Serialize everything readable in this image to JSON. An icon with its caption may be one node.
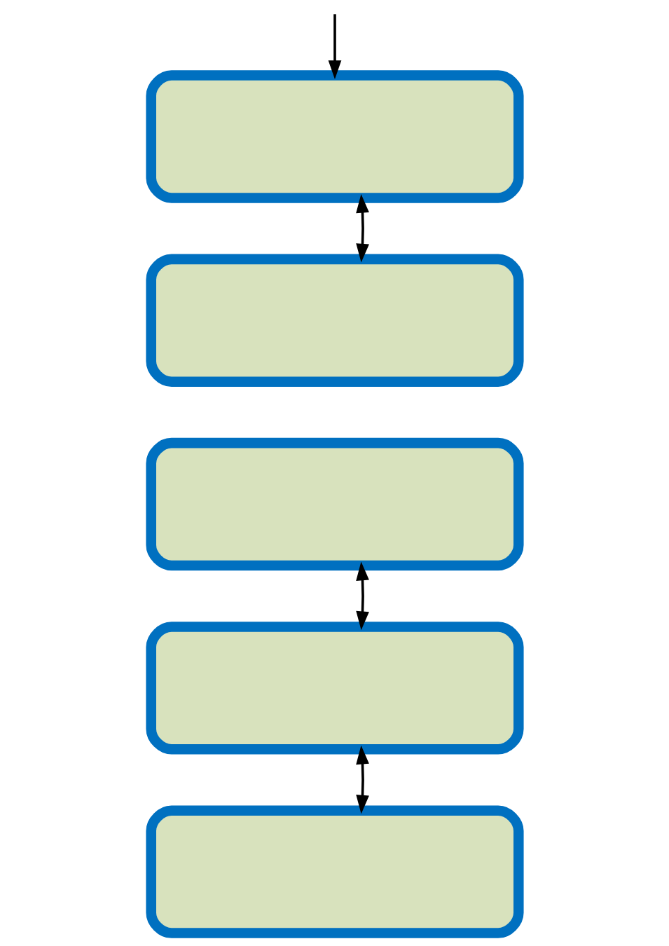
{
  "diagram": {
    "nodes": [
      {
        "text": [],
        "shape": "box"
      },
      {
        "text": [],
        "shape": "box"
      },
      {
        "text": [],
        "shape": "box"
      },
      {
        "text": [],
        "shape": "box"
      },
      {
        "text": [],
        "shape": "box"
      }
    ],
    "edges": [
      {
        "from": null,
        "to": 0,
        "arrow": "to"
      },
      {
        "from": 0,
        "to": 1,
        "arrow": "both"
      },
      {
        "from": 2,
        "to": 3,
        "arrow": "both"
      },
      {
        "from": 3,
        "to": 4,
        "arrow": "both"
      }
    ]
  }
}
